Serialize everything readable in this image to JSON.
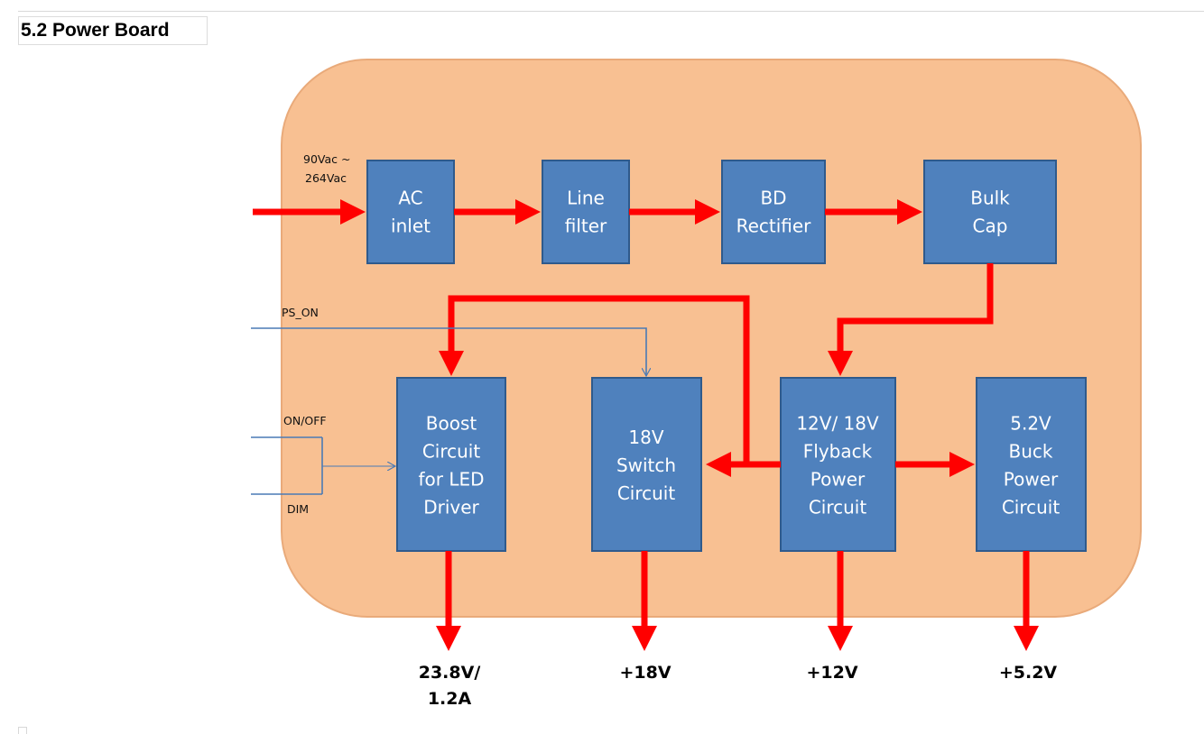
{
  "header": {
    "title": "5.2 Power Board"
  },
  "colors": {
    "board_fill": "#f8c092",
    "board_stroke": "#e9aa7a",
    "block_fill": "#4f81bd",
    "block_stroke": "#2f5a8c",
    "power_arrow": "#ff0000",
    "signal_line": "#4a7ab5"
  },
  "inputs": {
    "ac": "90Vac ~\n264Vac",
    "ps_on": "PS_ON",
    "on_off": "ON/OFF",
    "dim": "DIM"
  },
  "blocks": {
    "ac_inlet": "AC\ninlet",
    "line_filter": "Line\nfilter",
    "bd_rectifier": "BD\nRectifier",
    "bulk_cap": "Bulk\nCap",
    "boost": "Boost\nCircuit\nfor LED\nDriver",
    "switch18": "18V\nSwitch\nCircuit",
    "flyback": "12V/ 18V\nFlyback\nPower\nCircuit",
    "buck": "5.2V\nBuck\nPower\nCircuit"
  },
  "outputs": {
    "boost": "23.8V/\n1.2A",
    "switch18": "+18V",
    "flyback": "+12V",
    "buck": "+5.2V"
  }
}
